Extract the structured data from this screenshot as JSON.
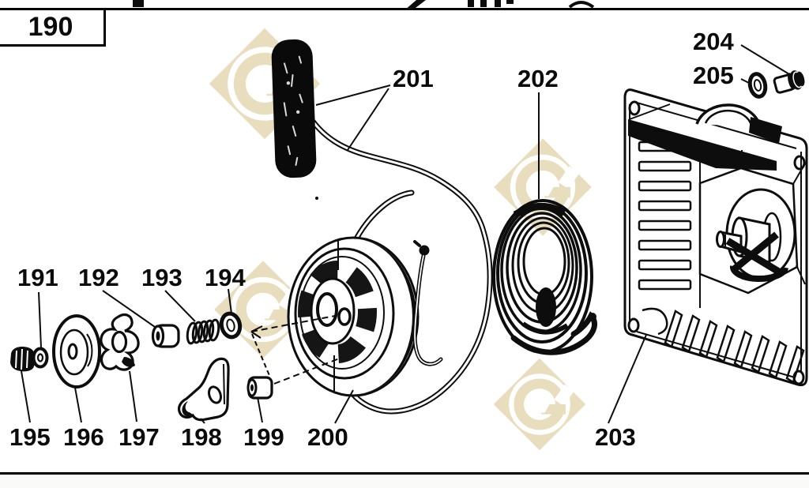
{
  "figure": {
    "group_number": "190"
  },
  "labels": {
    "n191": "191",
    "n192": "192",
    "n193": "193",
    "n194": "194",
    "n195": "195",
    "n196": "196",
    "n197": "197",
    "n198": "198",
    "n199": "199",
    "n200": "200",
    "n201": "201",
    "n202": "202",
    "n203": "203",
    "n204": "204",
    "n205": "205"
  },
  "watermark": {
    "letter": "G",
    "color": "#e8ddbc"
  },
  "colors": {
    "ink": "#0d0d0d",
    "paper": "#ffffff"
  }
}
